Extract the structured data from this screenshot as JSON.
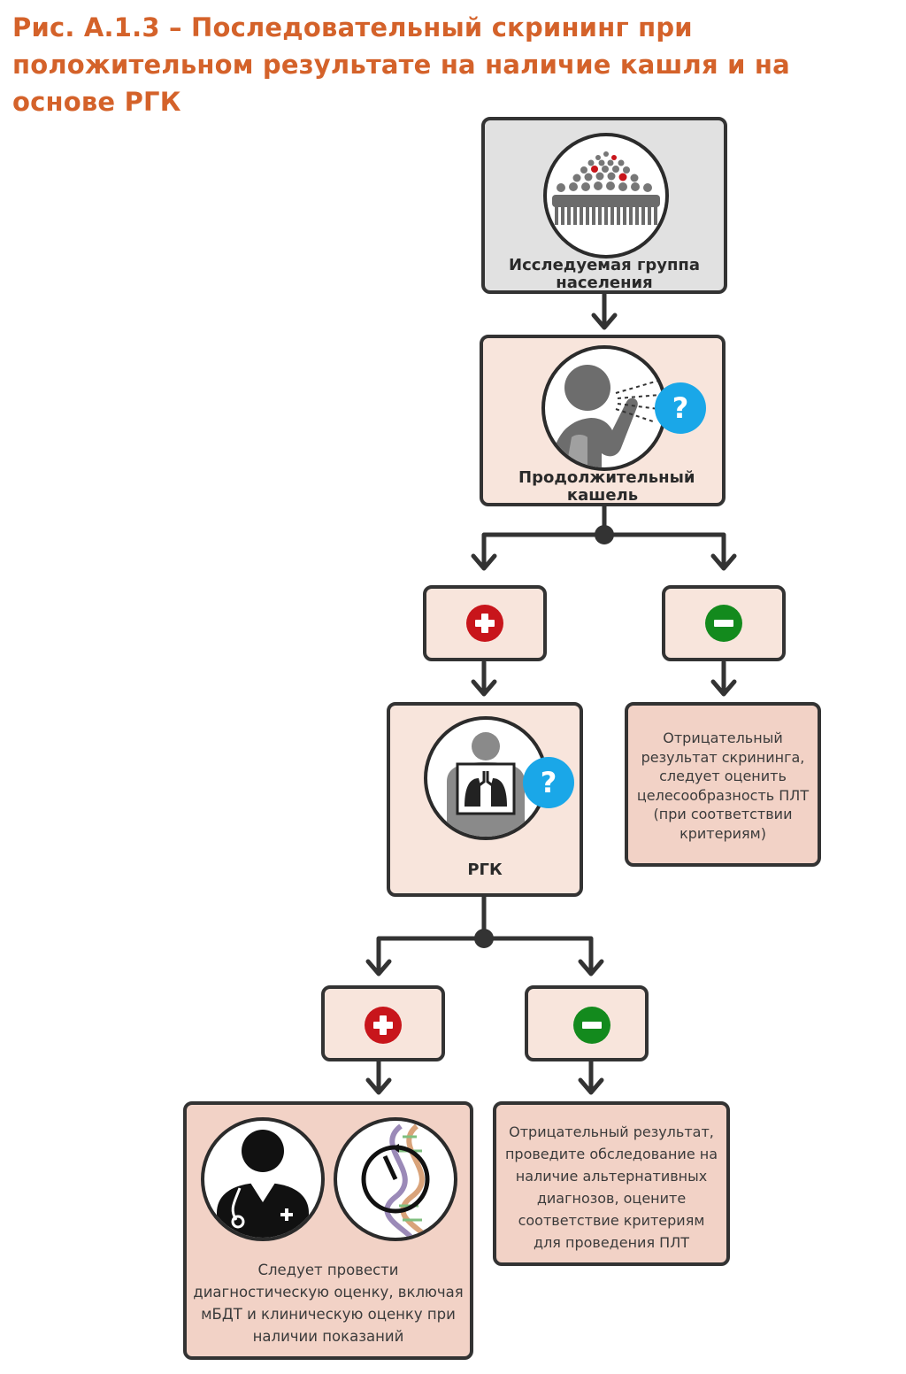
{
  "title": "Рис. А.1.3 – Последовательный скрининг при положительном результате на наличие кашля и на основе РГК",
  "nodes": {
    "population": {
      "label": "Исследуемая группа населения",
      "icon": "crowd-icon"
    },
    "cough": {
      "label": "Продолжительный кашель",
      "icon": "coughing-person-icon",
      "badge": "?"
    },
    "cough_negative_text": "Отрицательный результат скрининга, следует оценить целесообразность ПЛТ (при соответствии критериям)",
    "cxr": {
      "label": "РГК",
      "icon": "chest-xray-icon",
      "badge": "?"
    },
    "cxr_positive_text": "Следует провести диагностическую оценку, включая мБДТ и клиническую оценку при наличии показаний",
    "cxr_negative_text": "Отрицательный результат, проведите обследование на наличие альтернативных диагнозов, оцените соответствие критериям для проведения ПЛТ"
  },
  "colors": {
    "title": "#d4622a",
    "plus": "#c8151b",
    "minus": "#138a1d",
    "question_badge": "#1aa7e8",
    "box_fill": "#f8e5dc",
    "box_fill_result": "#f2d2c6",
    "box_fill_population": "#e1e1e1"
  }
}
